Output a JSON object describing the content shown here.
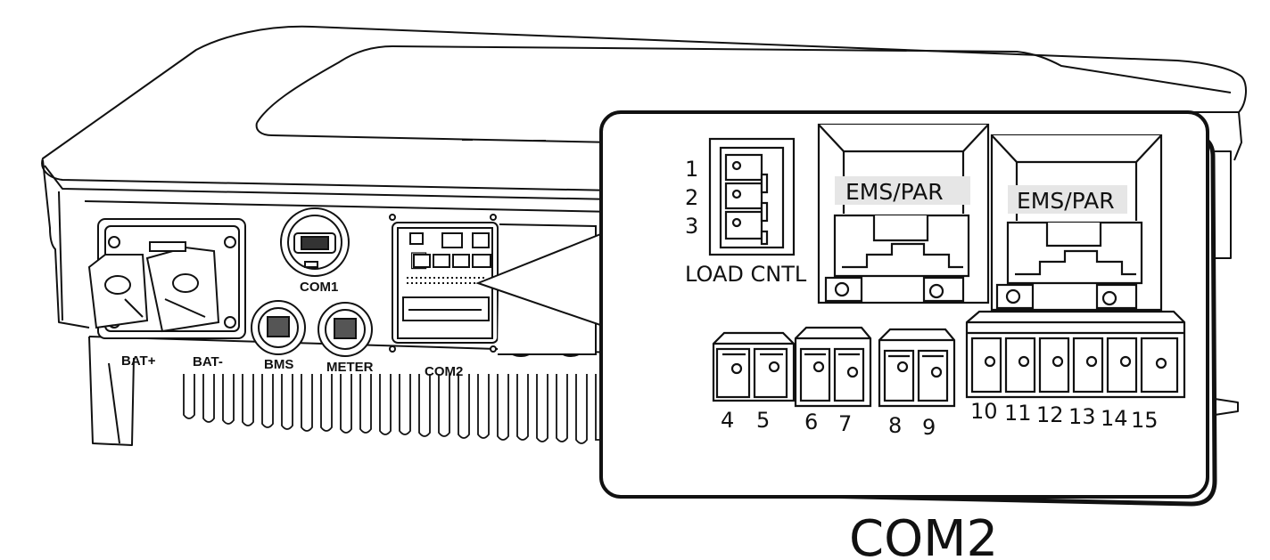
{
  "device_labels": {
    "bat_plus": "BAT+",
    "bat_minus": "BAT-",
    "bms": "BMS",
    "meter": "METER",
    "com1": "COM1",
    "com2": "COM2"
  },
  "callout": {
    "title": "COM2",
    "load_cntl": {
      "label": "LOAD CNTL",
      "pins": [
        "1",
        "2",
        "3"
      ]
    },
    "ems_ports": [
      {
        "label": "EMS/PAR"
      },
      {
        "label": "EMS/PAR"
      }
    ],
    "terminal_pins": [
      "4",
      "5",
      "6",
      "7",
      "8",
      "9",
      "10",
      "11",
      "12",
      "13",
      "14",
      "15"
    ]
  }
}
